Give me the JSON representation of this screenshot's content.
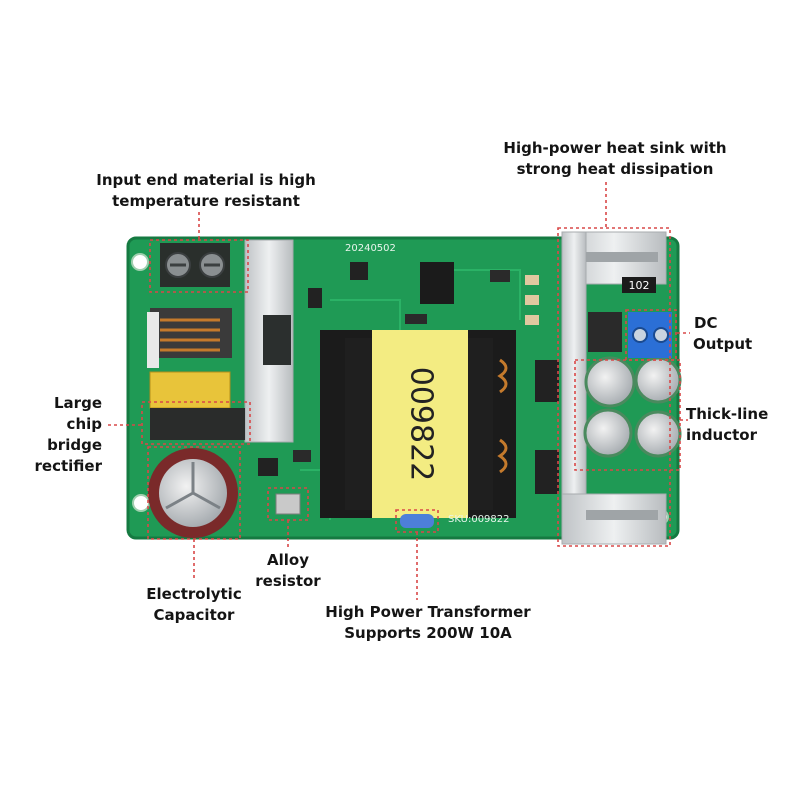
{
  "colors": {
    "pcb": "#1f9a55",
    "pcb_dark": "#157a41",
    "heatsink": "#d3d6d8",
    "leader": "#d94848",
    "text": "#141414",
    "transformer_bobbin": "#f3ec82",
    "terminal_blue": "#2b6fd6"
  },
  "icons": {
    "input_terminal": "screw-terminal-icon",
    "output_terminal": "blue-terminal-block-icon",
    "capacitor": "electrolytic-capacitor-icon"
  },
  "callouts": {
    "heat_sink": {
      "lines": [
        "High-power heat sink with",
        "strong heat dissipation"
      ]
    },
    "input_end": {
      "lines": [
        "Input end material is high",
        "temperature resistant"
      ]
    },
    "dc_output": {
      "lines": [
        "DC",
        "Output"
      ]
    },
    "bridge_rectifier": {
      "lines": [
        "Large",
        "chip",
        "bridge",
        "rectifier"
      ]
    },
    "inductor": {
      "lines": [
        "Thick-line",
        "inductor"
      ]
    },
    "alloy_resistor": {
      "lines": [
        "Alloy",
        "resistor"
      ]
    },
    "capacitor": {
      "lines": [
        "Electrolytic",
        "Capacitor"
      ]
    },
    "transformer": {
      "lines": [
        "High Power Transformer",
        "Supports 200W 10A"
      ]
    }
  },
  "board": {
    "date_code": "20240502",
    "transformer_code": "009822",
    "sku": "SKU:009822",
    "resistor_code": "102"
  }
}
